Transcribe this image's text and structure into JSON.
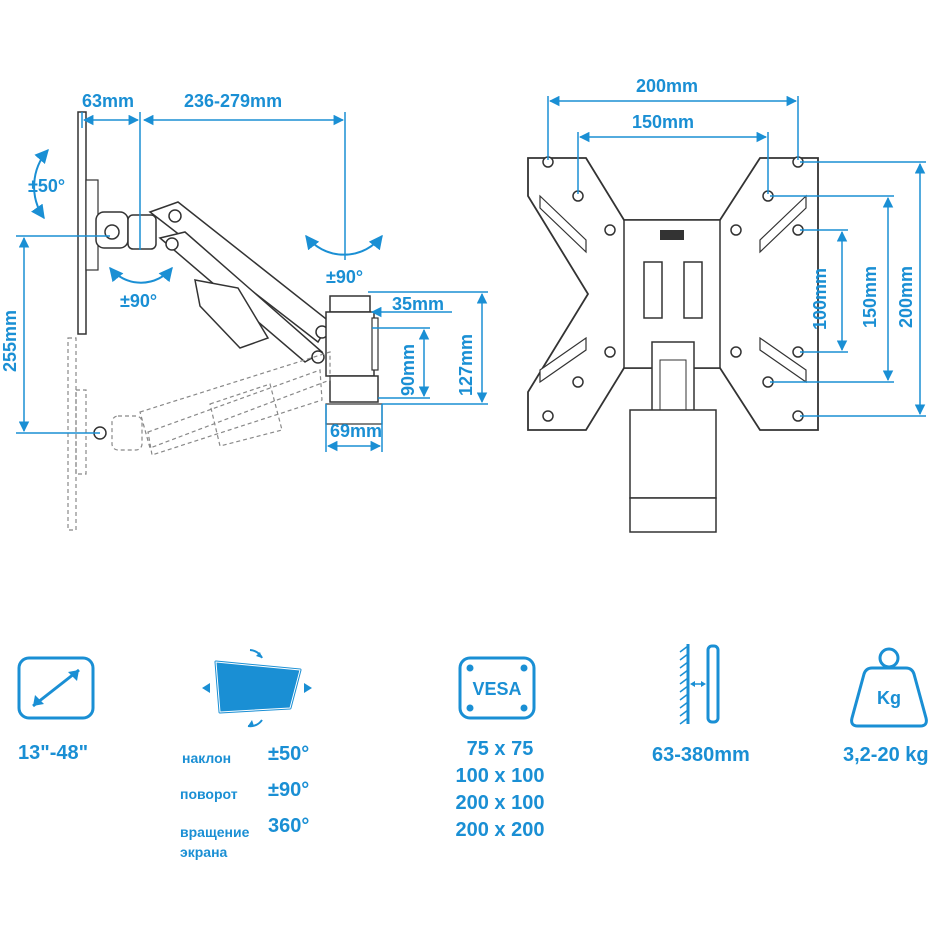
{
  "dimensions": {
    "d63": "63mm",
    "d236": "236-279mm",
    "tilt": "±50°",
    "swivel_top": "±90°",
    "swivel_left": "±90°",
    "d255": "255mm",
    "d35": "35mm",
    "d90": "90mm",
    "d127": "127mm",
    "d69": "69mm",
    "vesa_w200": "200mm",
    "vesa_w150": "150mm",
    "vesa_h100": "100mm",
    "vesa_h150": "150mm",
    "vesa_h200": "200mm"
  },
  "features": {
    "screen_size": "13\"-48\"",
    "rows": [
      {
        "label": "наклон",
        "value": "±50°"
      },
      {
        "label": "поворот",
        "value": "±90°"
      },
      {
        "label": "вращение\nэкрана",
        "value": "360°"
      }
    ],
    "vesa_icon_text": "VESA",
    "vesa_sizes": [
      "75 x 75",
      "100 x 100",
      "200 x 100",
      "200 x 200"
    ],
    "distance": "63-380mm",
    "weight_icon_text": "Kg",
    "weight": "3,2-20 kg"
  },
  "colors": {
    "accent": "#1a8fd4",
    "line": "#333333"
  }
}
